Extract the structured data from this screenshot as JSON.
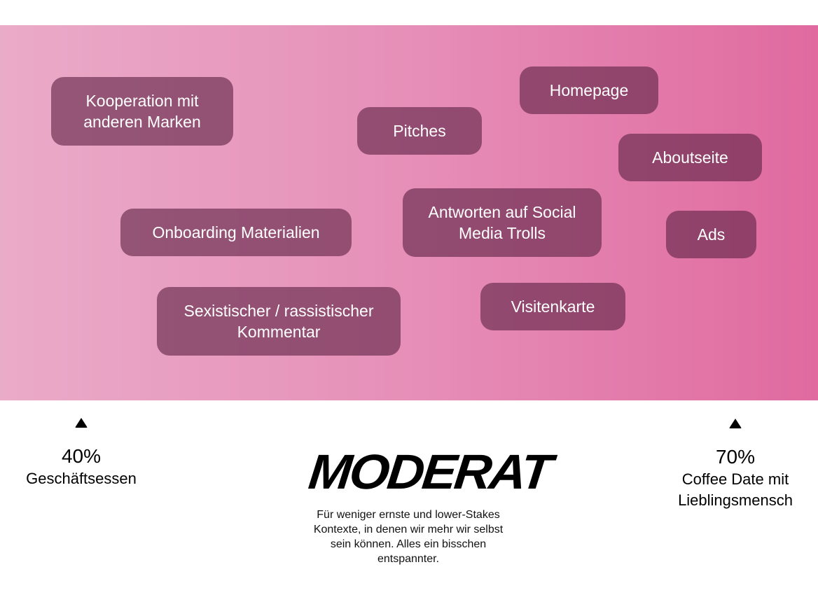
{
  "pills": [
    {
      "label": "Kooperation mit anderen Marken"
    },
    {
      "label": "Homepage"
    },
    {
      "label": "Pitches"
    },
    {
      "label": "Aboutseite"
    },
    {
      "label": "Onboarding Materialien"
    },
    {
      "label": "Antworten auf Social Media Trolls"
    },
    {
      "label": "Ads"
    },
    {
      "label": "Sexistischer / rassistischer Kommentar"
    },
    {
      "label": "Visitenkarte"
    }
  ],
  "left_marker": {
    "percent": "40%",
    "label": "Geschäftsessen"
  },
  "right_marker": {
    "percent": "70%",
    "label": "Coffee Date mit Lieblingsmensch"
  },
  "logo": "MODERAT",
  "description": "Für weniger ernste und lower-Stakes Kontexte, in denen wir mehr wir selbst sein können. Alles ein bisschen entspannter.",
  "colors": {
    "gradient_start": "#eaabc8",
    "gradient_end": "#e06a9f"
  }
}
